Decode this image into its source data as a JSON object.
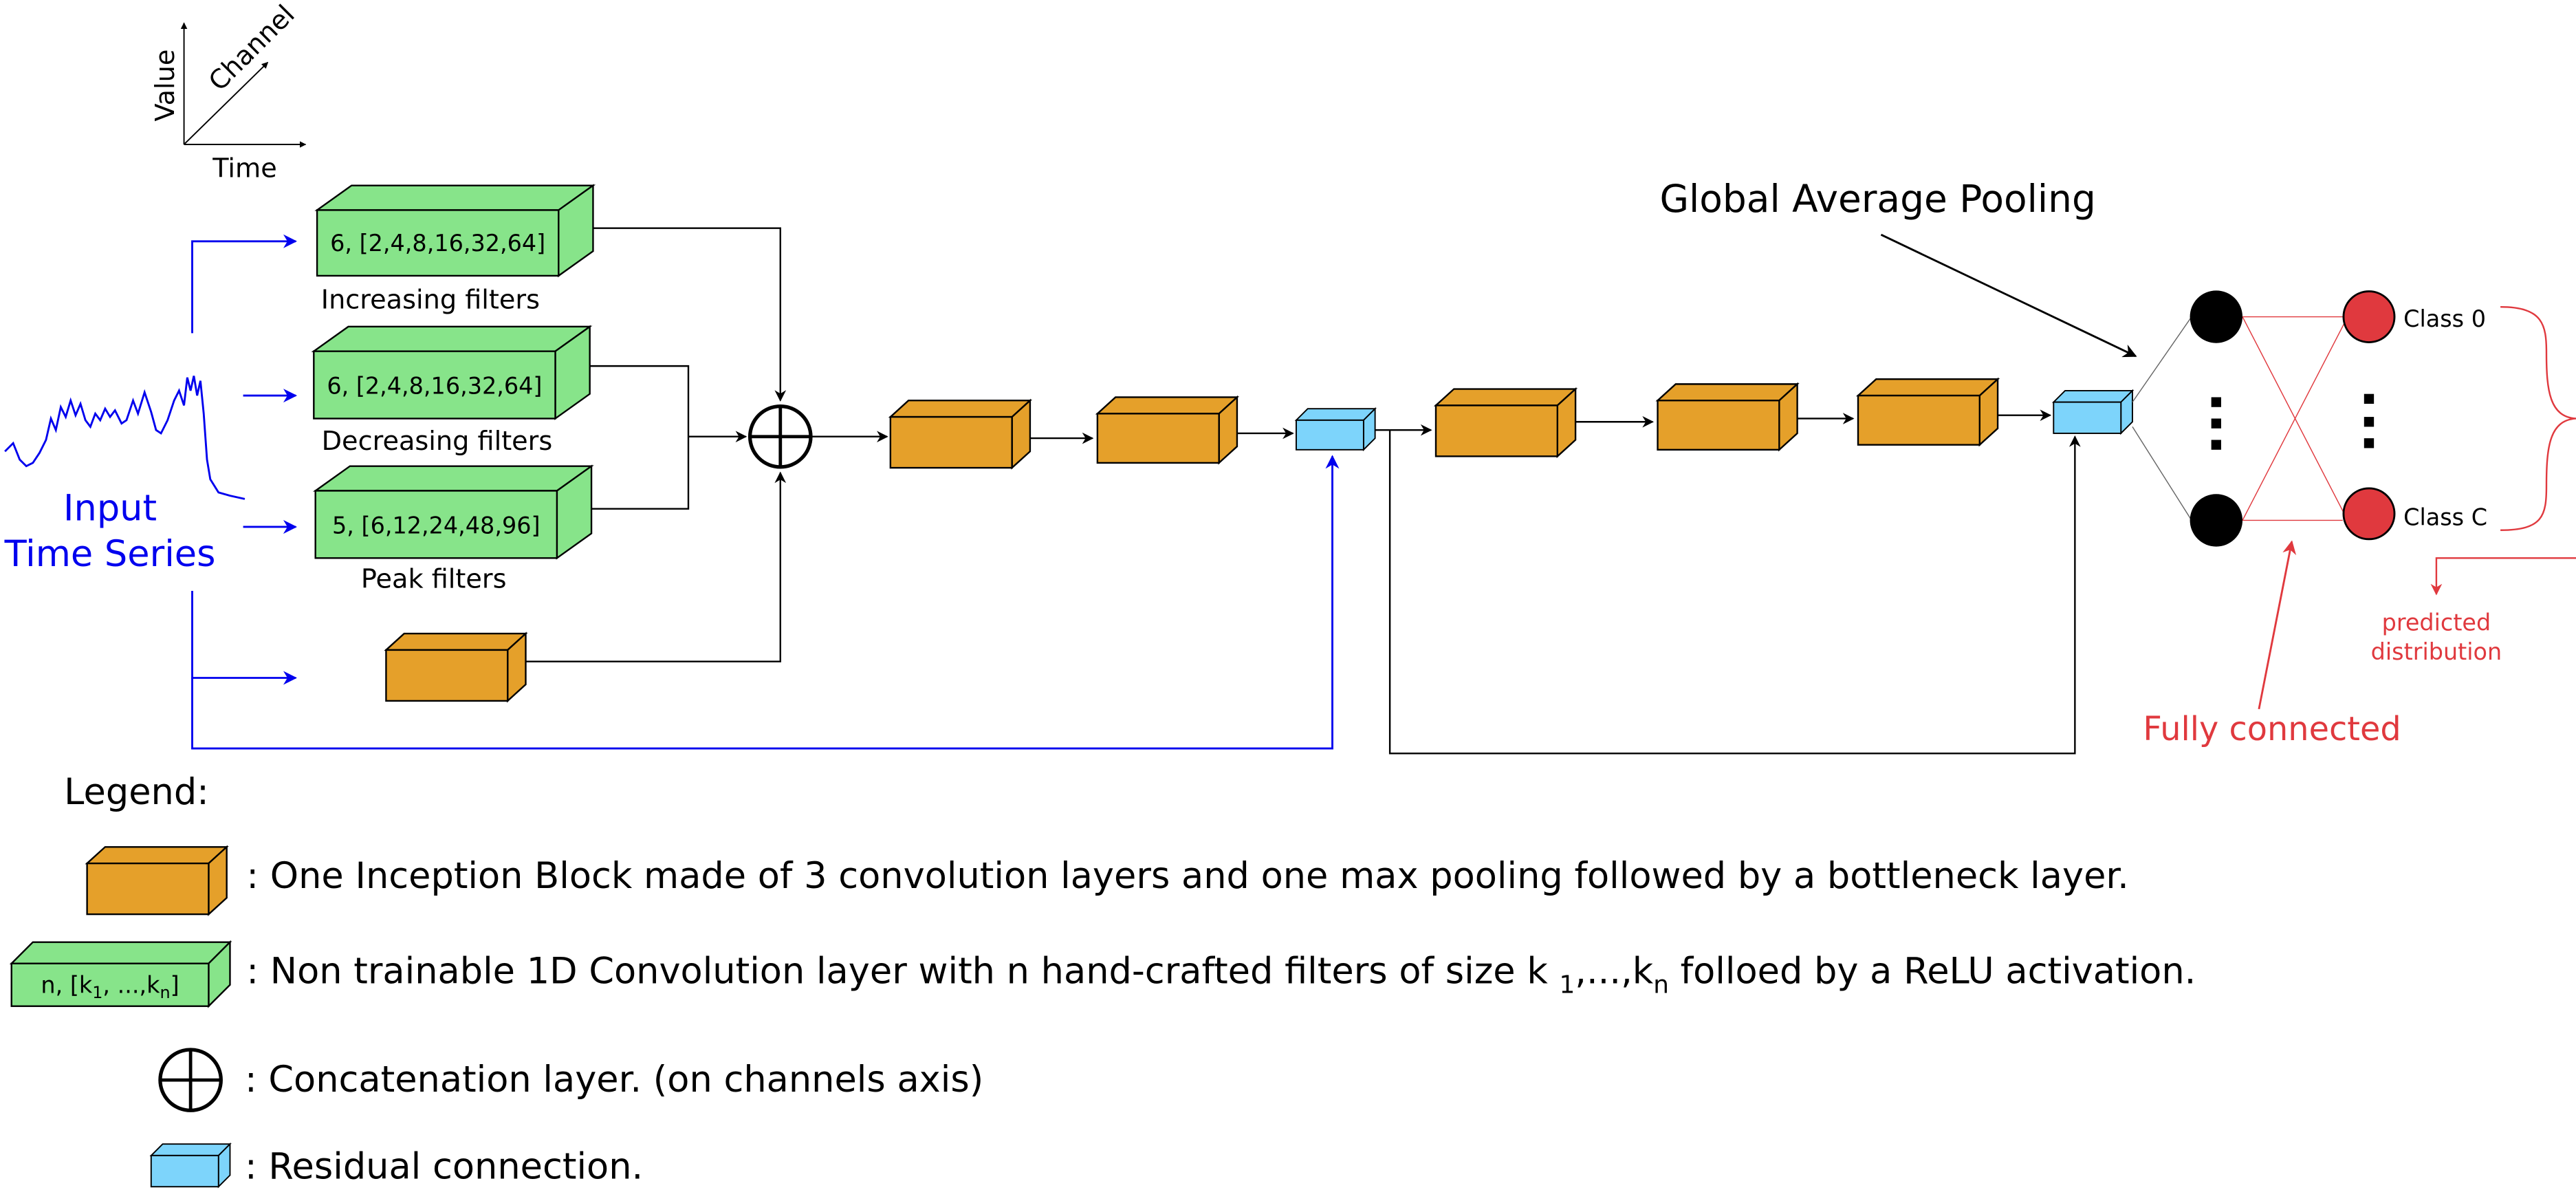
{
  "axes_icon": {
    "value": "Value",
    "channel": "Channel",
    "time": "Time"
  },
  "input": {
    "line1": "Input",
    "line2": "Time Series"
  },
  "filters": {
    "increasing": {
      "box_text": "6, [2,4,8,16,32,64]",
      "caption": "Increasing filters"
    },
    "decreasing": {
      "box_text": "6, [2,4,8,16,32,64]",
      "caption": "Decreasing filters"
    },
    "peak": {
      "box_text": "5, [6,12,24,48,96]",
      "caption": "Peak filters"
    }
  },
  "gap_label": "Global Average Pooling",
  "classes": {
    "first": "Class 0",
    "last": "Class C"
  },
  "fc_label": "Fully connected",
  "predicted": {
    "line1": "predicted",
    "line2": "distribution"
  },
  "legend": {
    "title": "Legend:",
    "inception": ": One Inception Block made of 3 convolution layers and one max pooling followed by a bottleneck layer.",
    "green_box": {
      "n": "n, [k",
      "sub1": "1",
      "mid": ", ...,k",
      "subn": "n",
      "end": "]"
    },
    "conv": {
      "part1": ": Non trainable 1D Convolution layer with n hand-crafted filters of size k ",
      "sub1": "1",
      "part2": ",...,k",
      "subn": "n",
      "part3": " folloed by a ReLU activation."
    },
    "concat": ": Concatenation layer. (on channels axis)",
    "residual": ": Residual connection."
  },
  "colors": {
    "blue": "#0000ee",
    "red": "#e0393e",
    "orange": "#e5a02a",
    "green": "#87e48a",
    "cyan": "#7dd4fb",
    "black": "#000000"
  }
}
